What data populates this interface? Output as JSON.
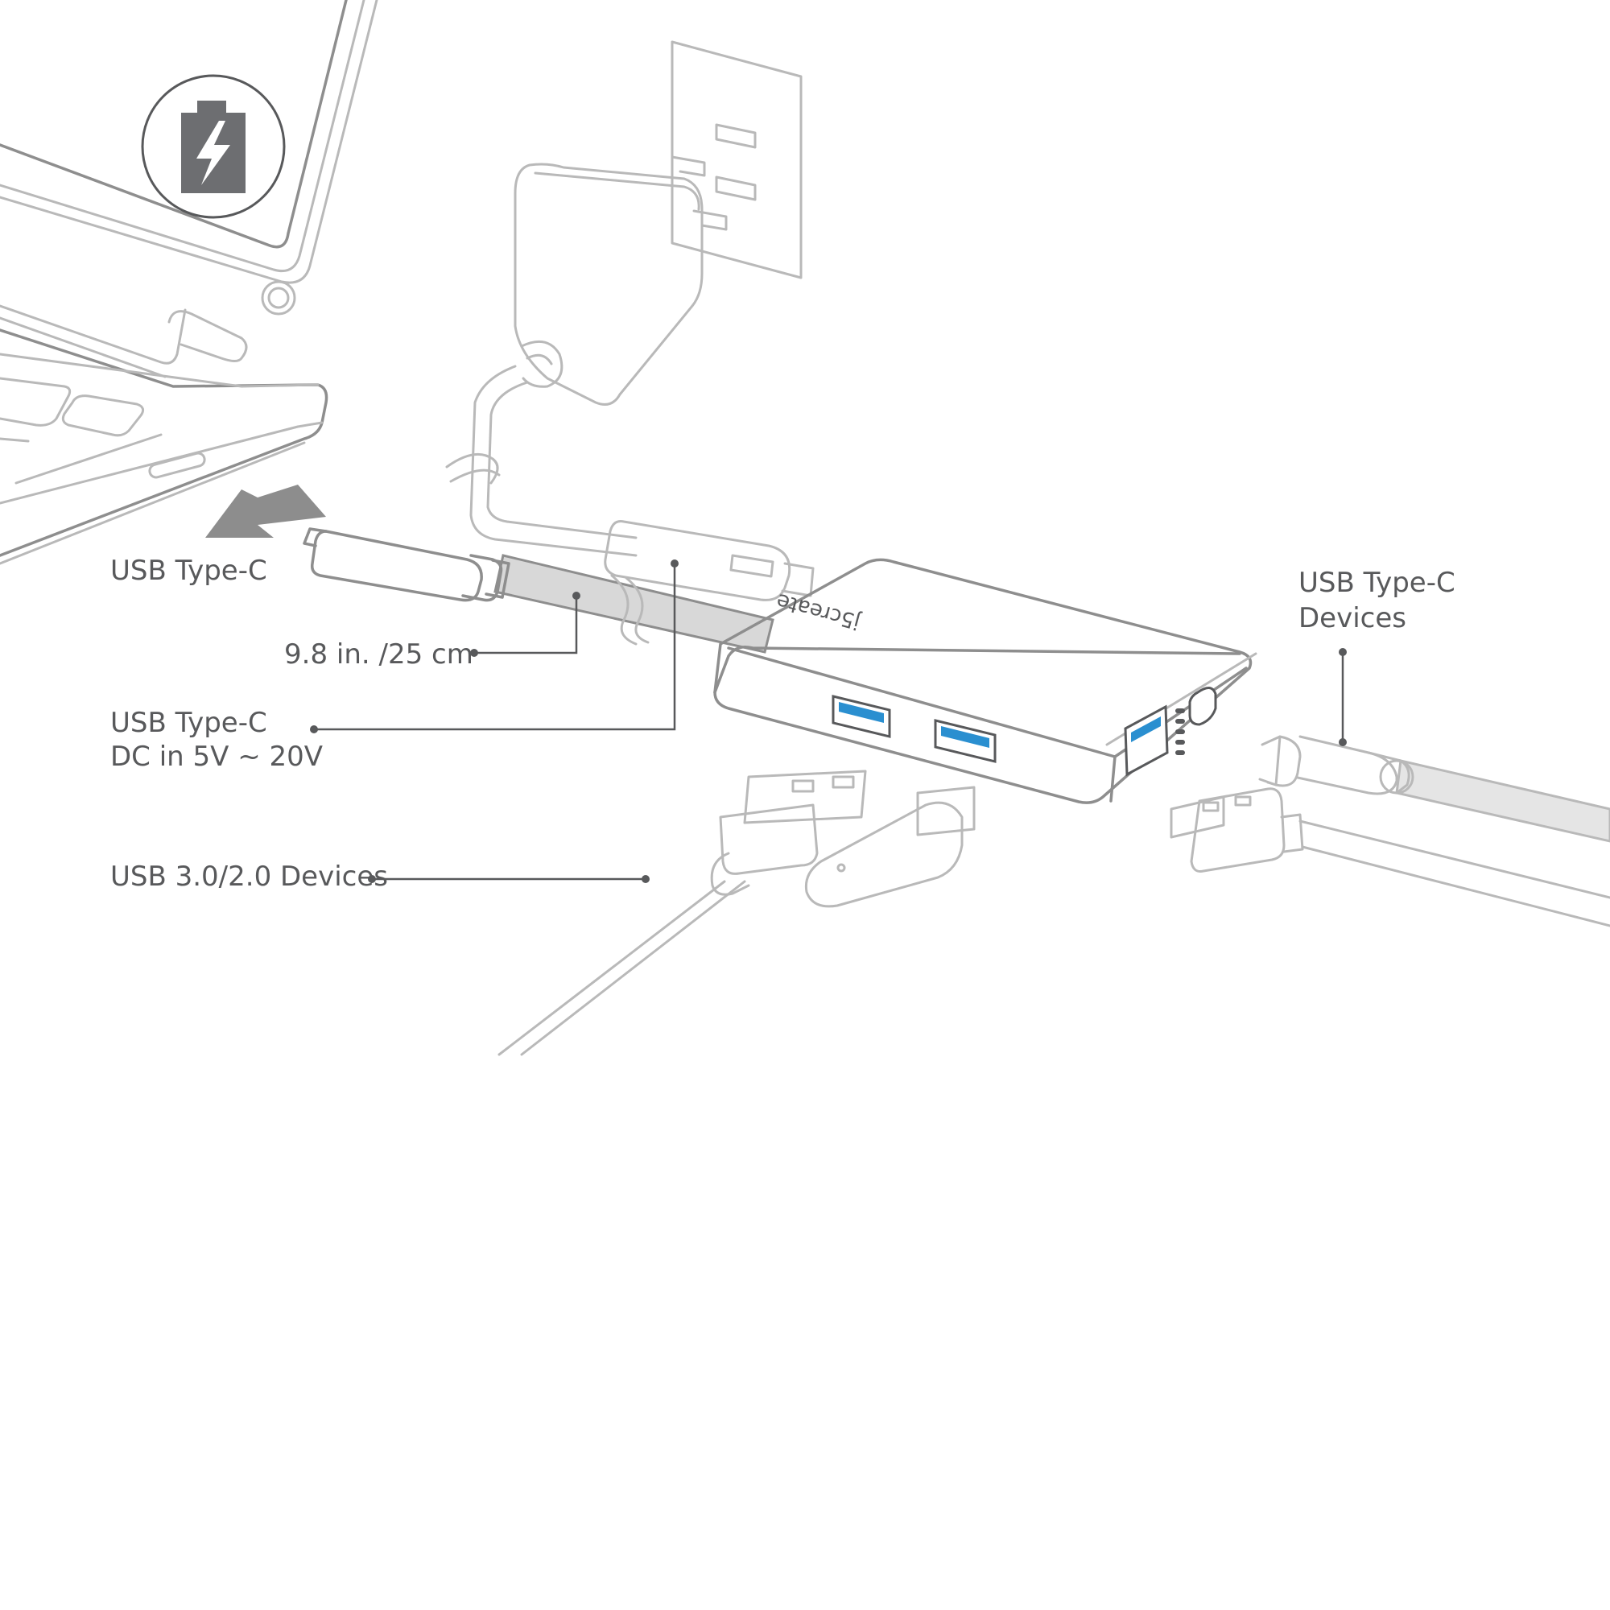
{
  "callouts": {
    "laptop_input": "USB Type-C",
    "cable_length": "9.8 in. /25 cm",
    "dc_in_line1": "USB Type-C",
    "dc_in_line2": "DC in 5V ~ 20V",
    "usb_devices": "USB 3.0/2.0 Devices",
    "typec_devices_line1": "USB Type-C",
    "typec_devices_line2": "Devices"
  },
  "product": {
    "brand_logo": "j5create"
  },
  "icons": {
    "battery": "battery-charging-icon",
    "arrow": "arrow-left-icon"
  },
  "colors": {
    "label_text": "#58595b",
    "outline": "#b9b9b9",
    "dark_outline": "#8e8e8e",
    "icon_gray": "#6d6e71",
    "usb3_blue": "#2a8fd0",
    "cable_fill": "#d8d8d8"
  }
}
